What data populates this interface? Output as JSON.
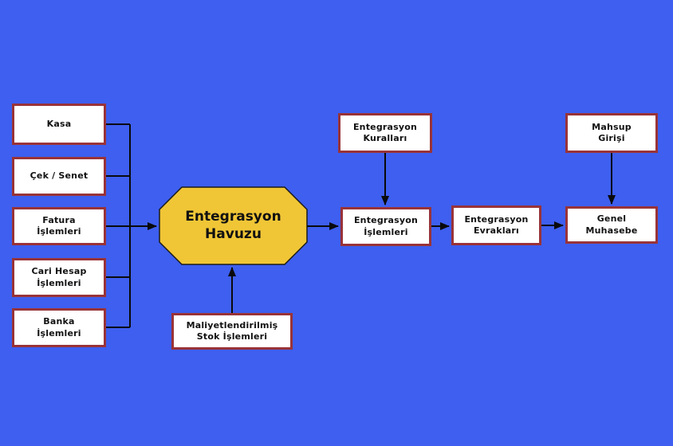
{
  "diagram": {
    "colors": {
      "background": "#3E5FEF",
      "box_fill": "#FFFFFF",
      "box_border": "#993338",
      "pool_fill": "#F0C636",
      "pool_border": "#1A1A1A",
      "line": "#0A0A0A",
      "text": "#111111"
    },
    "nodes": {
      "kasa": {
        "label": "Kasa",
        "shape": "rectangle"
      },
      "cek_senet": {
        "label": "Çek / Senet",
        "shape": "rectangle"
      },
      "fatura_islemleri": {
        "label": "Fatura\nİşlemleri",
        "shape": "rectangle"
      },
      "cari_hesap_islemleri": {
        "label": "Cari Hesap\nİşlemleri",
        "shape": "rectangle"
      },
      "banka_islemleri": {
        "label": "Banka\nİşlemleri",
        "shape": "rectangle"
      },
      "entegrasyon_havuzu": {
        "label": "Entegrasyon\nHavuzu",
        "shape": "octagon"
      },
      "entegrasyon_kurallari": {
        "label": "Entegrasyon\nKuralları",
        "shape": "rectangle"
      },
      "entegrasyon_islemleri": {
        "label": "Entegrasyon\nİşlemleri",
        "shape": "rectangle"
      },
      "entegrasyon_evraklari": {
        "label": "Entegrasyon\nEvrakları",
        "shape": "rectangle"
      },
      "mahsup_girisi": {
        "label": "Mahsup\nGirişi",
        "shape": "rectangle"
      },
      "genel_muhasebe": {
        "label": "Genel\nMuhasebe",
        "shape": "rectangle"
      },
      "maliyetlendirilmis_stok_islemleri": {
        "label": "Maliyetlendirilmiş\nStok İşlemleri",
        "shape": "rectangle"
      }
    },
    "edges": [
      {
        "from": "kasa",
        "to": "entegrasyon_havuzu"
      },
      {
        "from": "cek_senet",
        "to": "entegrasyon_havuzu"
      },
      {
        "from": "fatura_islemleri",
        "to": "entegrasyon_havuzu"
      },
      {
        "from": "cari_hesap_islemleri",
        "to": "entegrasyon_havuzu"
      },
      {
        "from": "banka_islemleri",
        "to": "entegrasyon_havuzu"
      },
      {
        "from": "maliyetlendirilmis_stok_islemleri",
        "to": "entegrasyon_havuzu"
      },
      {
        "from": "entegrasyon_havuzu",
        "to": "entegrasyon_islemleri"
      },
      {
        "from": "entegrasyon_kurallari",
        "to": "entegrasyon_islemleri"
      },
      {
        "from": "entegrasyon_islemleri",
        "to": "entegrasyon_evraklari"
      },
      {
        "from": "entegrasyon_evraklari",
        "to": "genel_muhasebe"
      },
      {
        "from": "mahsup_girisi",
        "to": "genel_muhasebe"
      }
    ]
  }
}
